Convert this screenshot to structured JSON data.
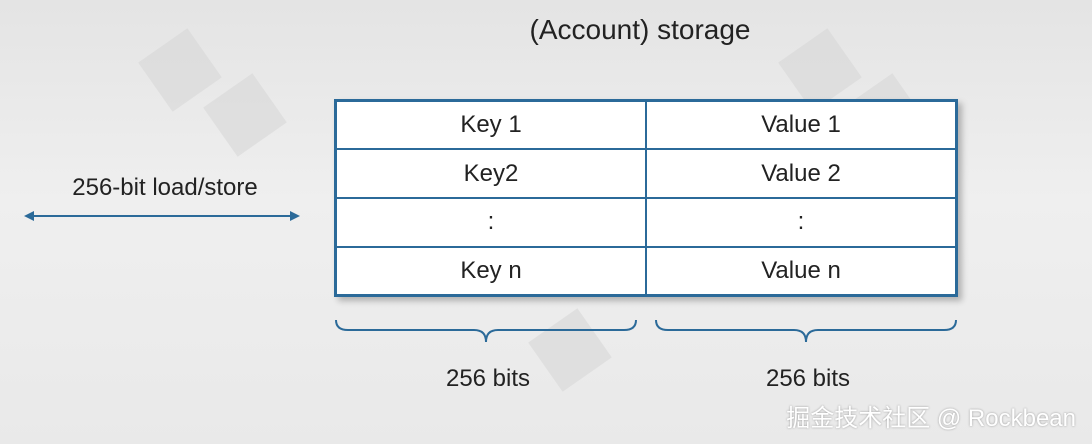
{
  "title": "(Account) storage",
  "arrow_label": "256-bit load/store",
  "table": {
    "rows": [
      {
        "key": "Key 1",
        "value": "Value 1"
      },
      {
        "key": "Key2",
        "value": "Value 2"
      },
      {
        "key": ":",
        "value": ":"
      },
      {
        "key": "Key n",
        "value": "Value n"
      }
    ]
  },
  "braces": [
    {
      "label": "256 bits"
    },
    {
      "label": "256 bits"
    }
  ],
  "watermark": "掘金技术社区 @ Rockbean",
  "colors": {
    "table_border": "#2b6a99",
    "brace": "#2b6a99",
    "arrow": "#2b6a99"
  }
}
